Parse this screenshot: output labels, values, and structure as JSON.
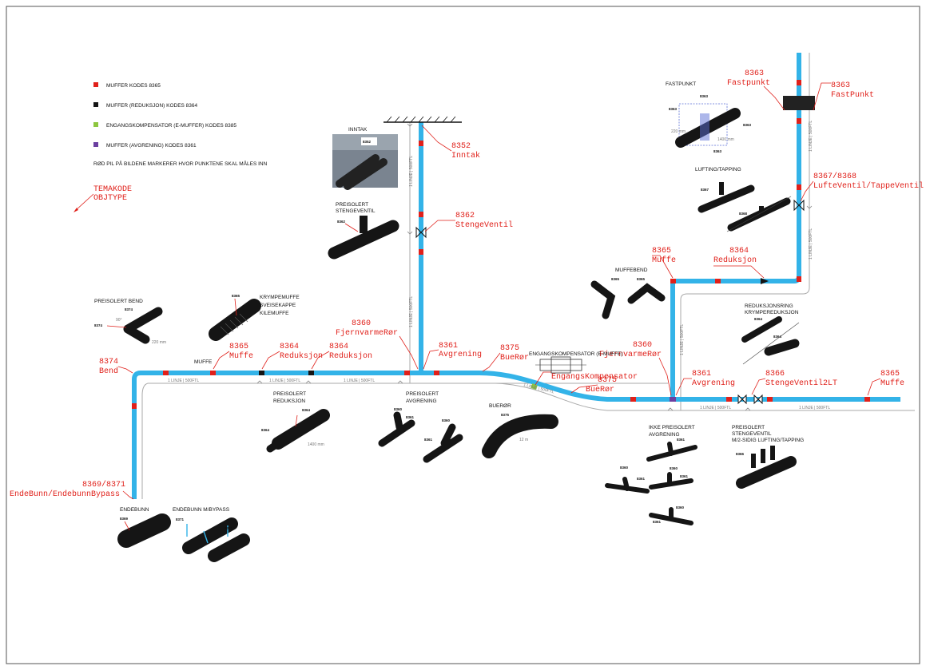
{
  "legend": [
    {
      "text": "MUFFER KODES 8365",
      "color": "#e0201a"
    },
    {
      "text": "MUFFER (REDUKSJON) KODES 8364",
      "color": "#151515"
    },
    {
      "text": "ENGANGSKOMPENSATOR (E-MUFFER) KODES 8385",
      "color": "#8dc63f"
    },
    {
      "text": "MUFFER (AVGRENING) KODES 8361",
      "color": "#6b3fa0"
    },
    {
      "text": "RØD PIL PÅ BILDENE MARKERER HVOR PUNKTENE SKAL MÅLES INN",
      "color": ""
    }
  ],
  "temakode": {
    "line1": "TEMAKODE",
    "line2": "OBJTYPE"
  },
  "colors": {
    "pipe": "#33b3e8",
    "red": "#e0201a",
    "dark": "#151515",
    "green": "#8dc63f",
    "purple": "#6b3fa0",
    "gray": "#aaaaaa"
  },
  "labels": {
    "inntak_code": "8352",
    "inntak_name": "Inntak",
    "stengeventil_code": "8362",
    "stengeventil_name": "StengeVentil",
    "fjernvarme1_code": "8360",
    "fjernvarme1_name": "FjernvarmeRør",
    "avgrening1_code": "8361",
    "avgrening1_name": "Avgrening",
    "bue1_code": "8375",
    "bue1_name": "BueRør",
    "engang_code": "8385",
    "engang_name": "EngangsKompensator",
    "bue2_code": "8375",
    "bue2_name": "BueRør",
    "reduksjon1_code": "8364",
    "reduksjon1_name": "Reduksjon",
    "reduksjon2_code": "8364",
    "reduksjon2_name": "Reduksjon",
    "muffe1_code": "8365",
    "muffe1_name": "Muffe",
    "bend_code": "8374",
    "bend_name": "Bend",
    "endebunn_code": "8369/8371",
    "endebunn_name": "EndeBunn/EndebunnBypass",
    "muffe2_code": "8365",
    "muffe2_name": "Muffe",
    "reduksjon3_code": "8364",
    "reduksjon3_name": "Reduksjon",
    "fjernvarme2_code": "8360",
    "fjernvarme2_name": "FjernvarmeRør",
    "avgrening2_code": "8361",
    "avgrening2_name": "Avgrening",
    "stengeventil2_code": "8366",
    "stengeventil2_name": "StengeVentil2LT",
    "muffe3_code": "8365",
    "muffe3_name": "Muffe",
    "fastpunkt1_code": "8363",
    "fastpunkt1_name": "Fastpunkt",
    "fastpunkt2_code": "8363",
    "fastpunkt2_name": "FastPunkt",
    "lufting_code": "8367/8368",
    "lufting_name": "LufteVentil/TappeVentil"
  },
  "captions": {
    "inntak": "INNTAK",
    "preisolert_stengeventil_1": "PREISOLERT",
    "preisolert_stengeventil_2": "STENGEVENTIL",
    "preisolert_bend": "PREISOLERT BEND",
    "krympemuffe_1": "KRYMPEMUFFE",
    "krympemuffe_2": "SVEISEKAPPE",
    "krympemuffe_3": "KILEMUFFE",
    "muffe": "MUFFE",
    "preisolert_reduksjon_1": "PREISOLERT",
    "preisolert_reduksjon_2": "REDUKSJON",
    "preisolert_avgrening_1": "PREISOLERT",
    "preisolert_avgrening_2": "AVGRENING",
    "bueror": "BUERØR",
    "engangskompensator": "ENGANGSKOMPENSATOR (E-MUFFE)",
    "endebunn": "ENDEBUNN",
    "endebunn_bypass": "ENDEBUNN M/BYPASS",
    "fastpunkt": "FASTPUNKT",
    "lufting": "LUFTING/TAPPING",
    "muffebend": "MUFFEBEND",
    "reduksjonsring_1": "REDUKSJONSRING",
    "reduksjonsring_2": "KRYMPEREDUKSJON",
    "ikke_avgrening_1": "IKKE PREISOLERT",
    "ikke_avgrening_2": "AVGRENING",
    "stengeventil_lufting_1": "PREISOLERT",
    "stengeventil_lufting_2": "STENGEVENTIL",
    "stengeventil_lufting_3": "M/2-SIDIG LUFTING/TAPPING"
  },
  "dimension_text": "1 LINJE | 500FTL",
  "photo_numbers": {
    "inntak": "8352",
    "stengeventil": "8362",
    "bend": "8374",
    "bend2": "8374",
    "krympe": "8365",
    "reduksjon": "8364",
    "reduksjon2": "8364",
    "avgrening_a": "8360",
    "avgrening_b": "8361",
    "avgrening_c": "8360",
    "avgrening_d": "8361",
    "bue": "8375",
    "endebunn": "8369",
    "bypass_a": "8371",
    "bypass_b": "8371",
    "fastpunkt_a": "8363",
    "fastpunkt_b": "8363",
    "fastpunkt_c": "8363",
    "fastpunkt_d": "8363",
    "lufting_a": "8367",
    "lufting_b": "8368",
    "muffebend_a": "8365",
    "muffebend_b": "8365",
    "reduksjonsring_a": "8364",
    "reduksjonsring_b": "8364",
    "ikke_a": "8361",
    "ikke_b": "8360",
    "ikke_c": "8361",
    "ikke_d": "8360",
    "ikke_e": "8361",
    "ikke_f": "8360",
    "ikke_g": "8361",
    "ventil": "8366"
  },
  "photo_dims": {
    "bend_angle": "90°",
    "bend_len": "220 mm",
    "reduksjon_len": "1400 mm",
    "bue_len": "12 m",
    "fastpunkt_a": "220 mm",
    "fastpunkt_b": "1400 mm"
  }
}
